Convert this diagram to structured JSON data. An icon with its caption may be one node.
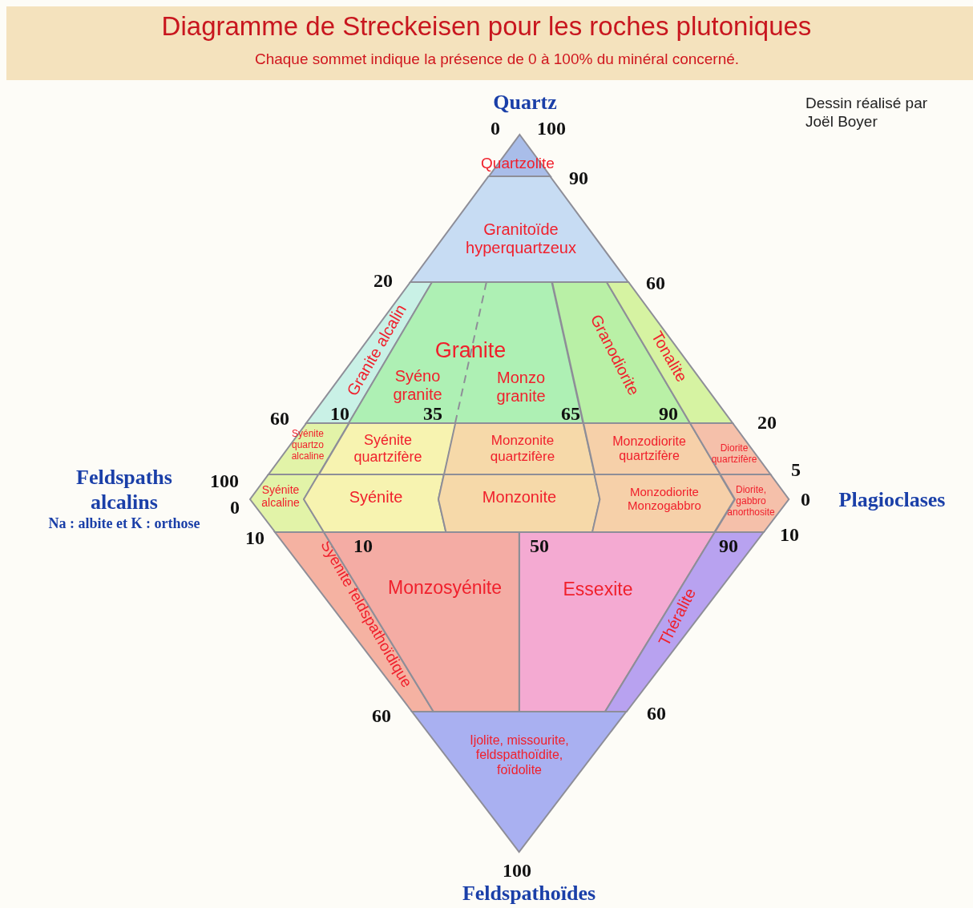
{
  "diagram": {
    "title": "Diagramme de Streckeisen pour les roches plutoniques",
    "nodes": [
      {
        "text": [
          "Quartzolite"
        ]
      },
      {
        "text": [
          "Granitoïde hyperquartzeux"
        ]
      },
      {
        "text": [
          "Granite alcalin"
        ]
      },
      {
        "text": [
          "Granite",
          "Syéno granite",
          "Monzo granite"
        ]
      },
      {
        "text": [
          "Granodiorite"
        ]
      },
      {
        "text": [
          "Tonalite"
        ]
      },
      {
        "text": [
          "Syénite quartzo alcaline"
        ]
      },
      {
        "text": [
          "Syénite quartzifère"
        ]
      },
      {
        "text": [
          "Monzonite quartzifère"
        ]
      },
      {
        "text": [
          "Monzodiorite quartzifère"
        ]
      },
      {
        "text": [
          "Diorite quartzifère"
        ]
      },
      {
        "text": [
          "Syénite alcaline"
        ]
      },
      {
        "text": [
          "Syénite"
        ]
      },
      {
        "text": [
          "Monzonite"
        ]
      },
      {
        "text": [
          "Monzodiorite Monzogabbro"
        ]
      },
      {
        "text": [
          "Diorite, gabbro anorthosite"
        ]
      },
      {
        "text": [
          "Syénite feldspathoïdique"
        ]
      },
      {
        "text": [
          "Monzosyénite"
        ]
      },
      {
        "text": [
          "Essexite"
        ]
      },
      {
        "text": [
          "Théralite"
        ]
      },
      {
        "text": [
          "Ijolite, missourite, feldspathoïdite, foïdolite"
        ]
      }
    ],
    "labels": [
      "Chaque sommet indique la présence de 0 à 100% du minéral concerné.",
      "Quartz",
      "Dessin réalisé par Joël Boyer",
      "0",
      "100",
      "90",
      "20",
      "60",
      "60",
      "10",
      "35",
      "65",
      "90",
      "20",
      "Feldspaths alcalins",
      "100",
      "5",
      "0",
      "0",
      "Plagioclases",
      "Na : albite et K : orthose",
      "10",
      "10",
      "50",
      "90",
      "10",
      "60",
      "60",
      "100",
      "Feldspathoïdes"
    ]
  }
}
